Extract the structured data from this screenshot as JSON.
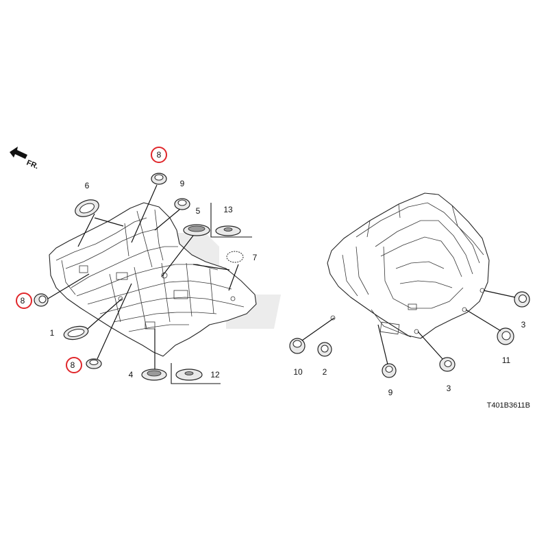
{
  "direction": {
    "label": "FR."
  },
  "diagram_code": "T401B3611B",
  "callouts": [
    {
      "id": "c8-top",
      "text": "8",
      "highlighted": true
    },
    {
      "id": "c6",
      "text": "6",
      "highlighted": false
    },
    {
      "id": "c9-top",
      "text": "9",
      "highlighted": false
    },
    {
      "id": "c5",
      "text": "5",
      "highlighted": false
    },
    {
      "id": "c13",
      "text": "13",
      "highlighted": false
    },
    {
      "id": "c7",
      "text": "7",
      "highlighted": false
    },
    {
      "id": "c8-left",
      "text": "8",
      "highlighted": true
    },
    {
      "id": "c1",
      "text": "1",
      "highlighted": false
    },
    {
      "id": "c8-bottom",
      "text": "8",
      "highlighted": true
    },
    {
      "id": "c4",
      "text": "4",
      "highlighted": false
    },
    {
      "id": "c12",
      "text": "12",
      "highlighted": false
    },
    {
      "id": "c10",
      "text": "10",
      "highlighted": false
    },
    {
      "id": "c2",
      "text": "2",
      "highlighted": false
    },
    {
      "id": "c9-bottom",
      "text": "9",
      "highlighted": false
    },
    {
      "id": "c3-mid",
      "text": "3",
      "highlighted": false
    },
    {
      "id": "c11",
      "text": "11",
      "highlighted": false
    },
    {
      "id": "c3-right",
      "text": "3",
      "highlighted": false
    }
  ],
  "colors": {
    "highlight": "#e0262a",
    "line": "#111111",
    "part_fill": "#e9e9e9"
  }
}
